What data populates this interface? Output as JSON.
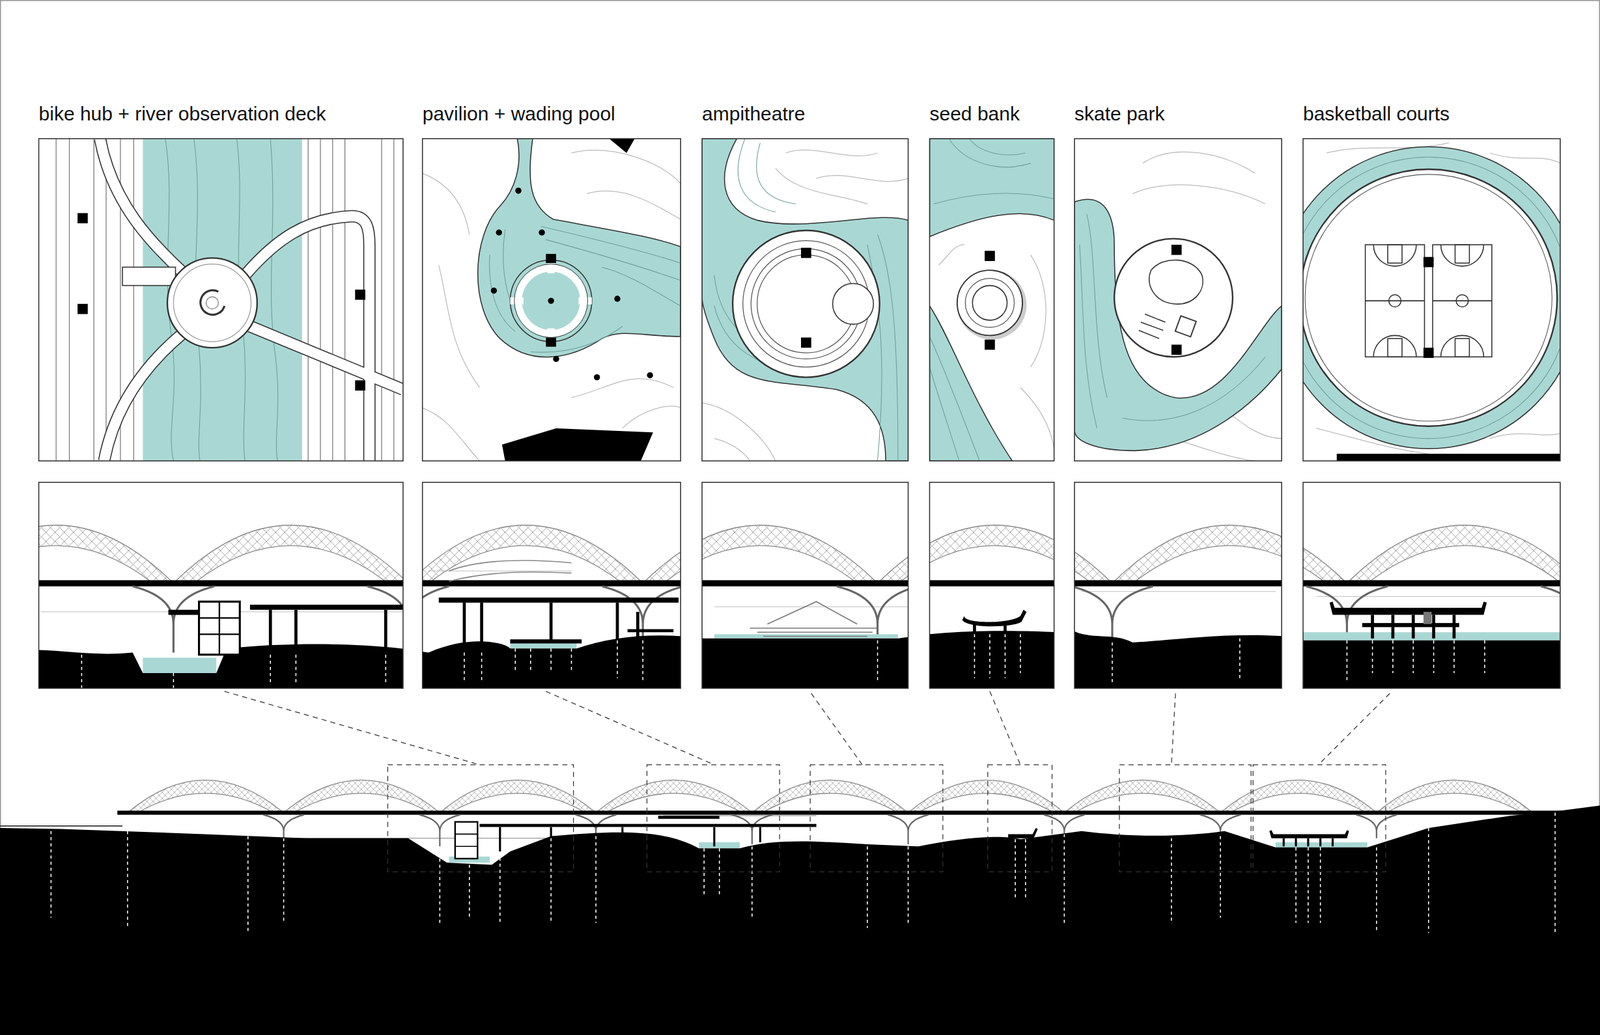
{
  "diagram": {
    "nodes": [
      {
        "text": [
          "bike hub + river observation deck"
        ]
      },
      {
        "text": [
          "pavilion + wading pool"
        ]
      },
      {
        "text": [
          "ampitheatre"
        ]
      },
      {
        "text": [
          "seed bank"
        ]
      },
      {
        "text": [
          "skate park"
        ]
      },
      {
        "text": [
          "basketball courts"
        ]
      }
    ]
  }
}
